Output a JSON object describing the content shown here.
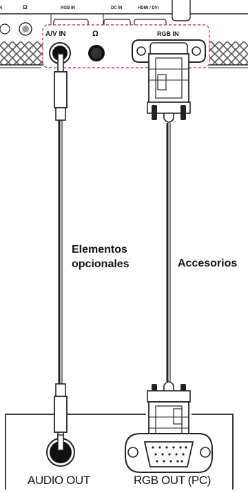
{
  "panel_top": {
    "labels": [
      "N",
      "Ω",
      "RGB IN",
      "DC IN",
      "HDMI / DVI"
    ]
  },
  "highlight_ports": {
    "av_in": "A/V IN",
    "headphone": "Ω",
    "rgb_in": "RGB IN"
  },
  "captions": {
    "optional_line1": "Elementos",
    "optional_line2": "opcionales",
    "accessories": "Accesorios"
  },
  "pc_ports": {
    "audio_out": "AUDIO OUT",
    "rgb_out": "RGB OUT (PC)"
  },
  "colors": {
    "line": "#1a1a1a",
    "panel_hatch": "#555555",
    "highlight_border": "#d6337e",
    "background": "#ffffff"
  }
}
